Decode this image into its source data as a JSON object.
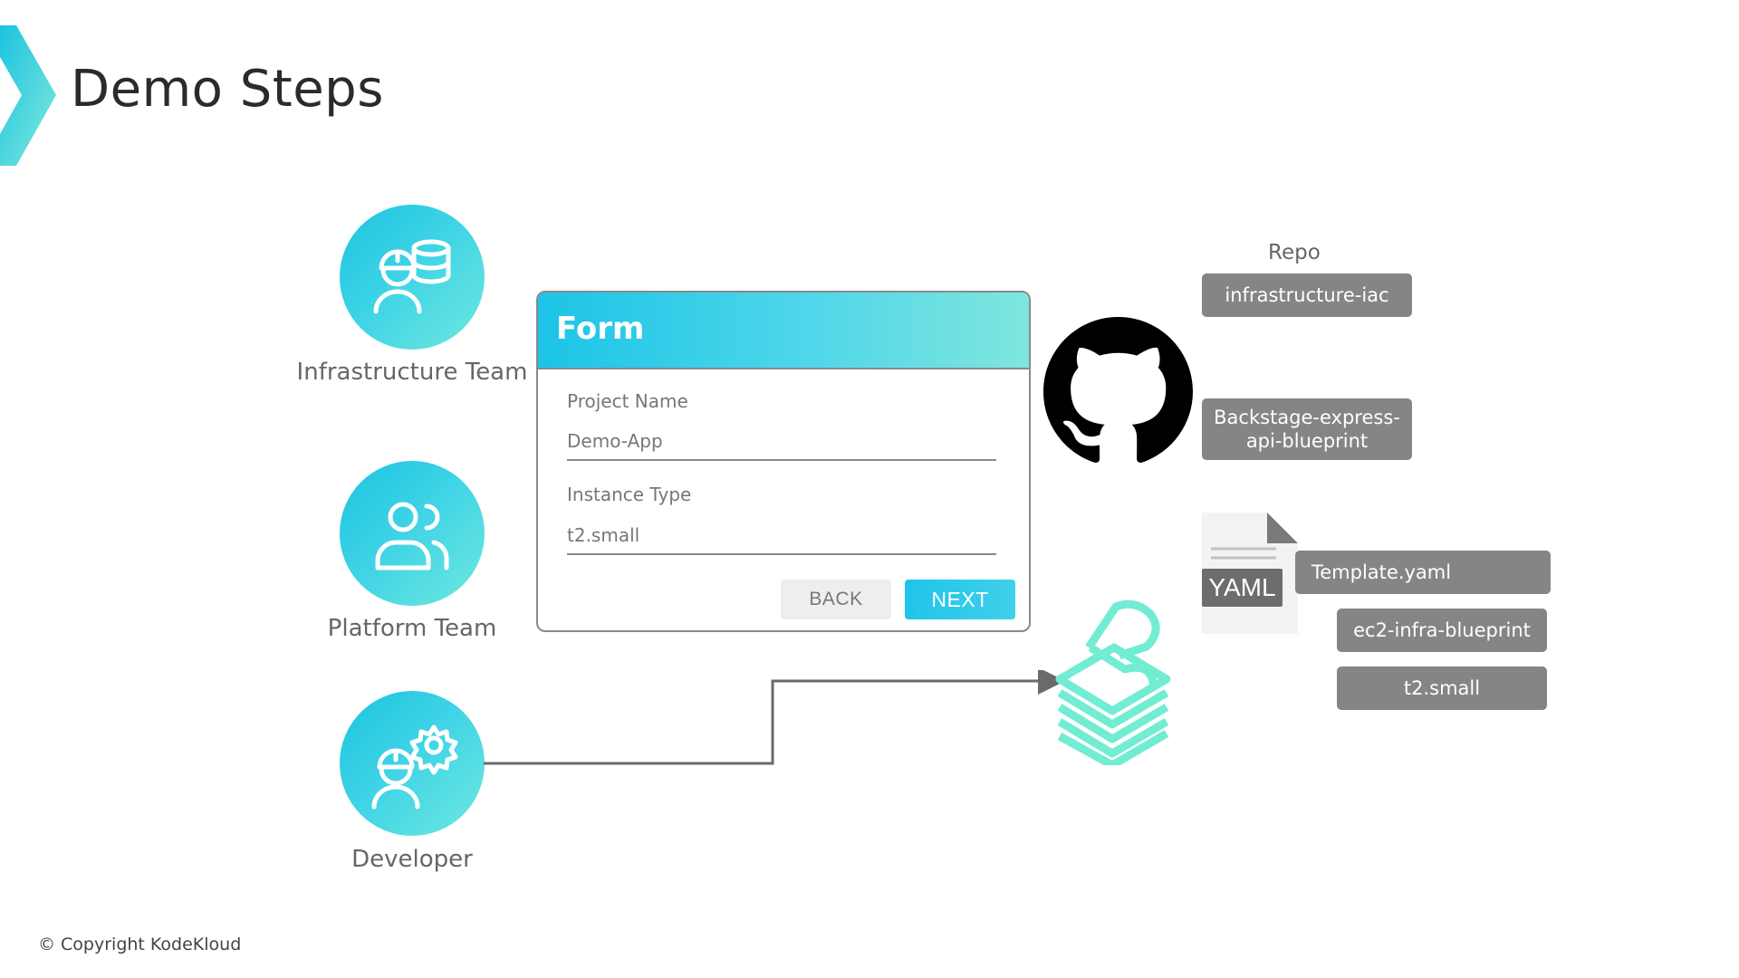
{
  "slide": {
    "title": "Demo Steps",
    "copyright": "© Copyright KodeKloud"
  },
  "teams": [
    {
      "label": "Infrastructure Team",
      "icon": "engineer-database-icon"
    },
    {
      "label": "Platform Team",
      "icon": "users-icon"
    },
    {
      "label": "Developer",
      "icon": "developer-gear-icon"
    }
  ],
  "form": {
    "title": "Form",
    "fields": [
      {
        "label": "Project Name",
        "value": "Demo-App"
      },
      {
        "label": "Instance Type",
        "value": "t2.small"
      }
    ],
    "back_label": "BACK",
    "next_label": "NEXT"
  },
  "repo": {
    "heading": "Repo",
    "items": [
      "infrastructure-iac",
      "Backstage-express-api-blueprint"
    ]
  },
  "yaml": {
    "badge": "YAML",
    "file": "Template.yaml",
    "params": [
      "ec2-infra-blueprint",
      "t2.small"
    ]
  },
  "icons": {
    "github": "github-icon",
    "backstage": "backstage-logo-icon"
  },
  "colors": {
    "accent": "#1cc4e6",
    "accent_light": "#6fe8df",
    "chip": "#858585",
    "connector": "#6a6a6a"
  }
}
